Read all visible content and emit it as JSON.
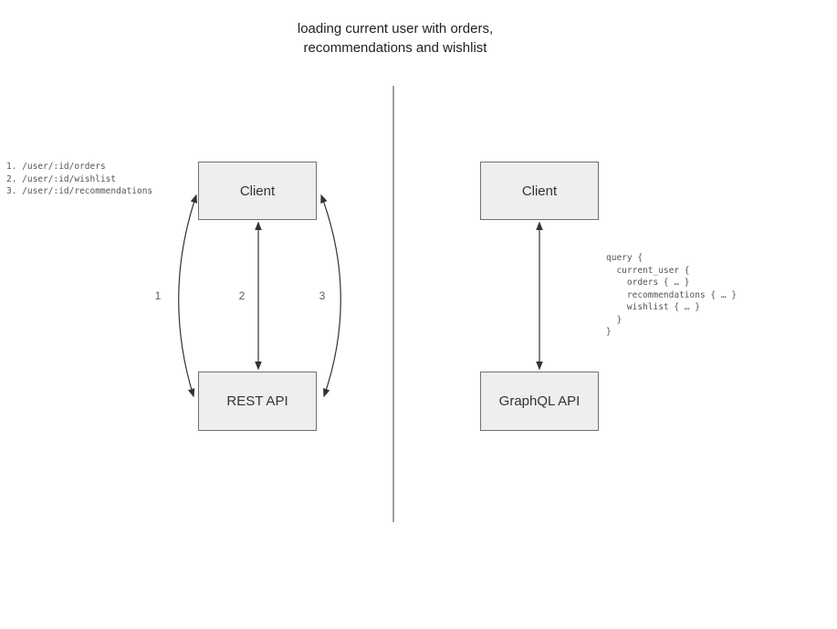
{
  "title": "loading current user with orders,\nrecommendations and wishlist",
  "rest_panel": {
    "endpoints": "1. /user/:id/orders\n2. /user/:id/wishlist\n3. /user/:id/recommendations",
    "client_label": "Client",
    "api_label": "REST API",
    "arrow_labels": [
      "1",
      "2",
      "3"
    ]
  },
  "graphql_panel": {
    "client_label": "Client",
    "api_label": "GraphQL API",
    "query": "query {\n  current_user {\n    orders { … }\n    recommendations { … }\n    wishlist { … }\n  }\n}"
  },
  "colors": {
    "box_fill": "#eeeeee",
    "box_border": "#707070",
    "arrow": "#333333",
    "divider": "#808080",
    "annotation_text": "#555555",
    "title_text": "#222222"
  }
}
